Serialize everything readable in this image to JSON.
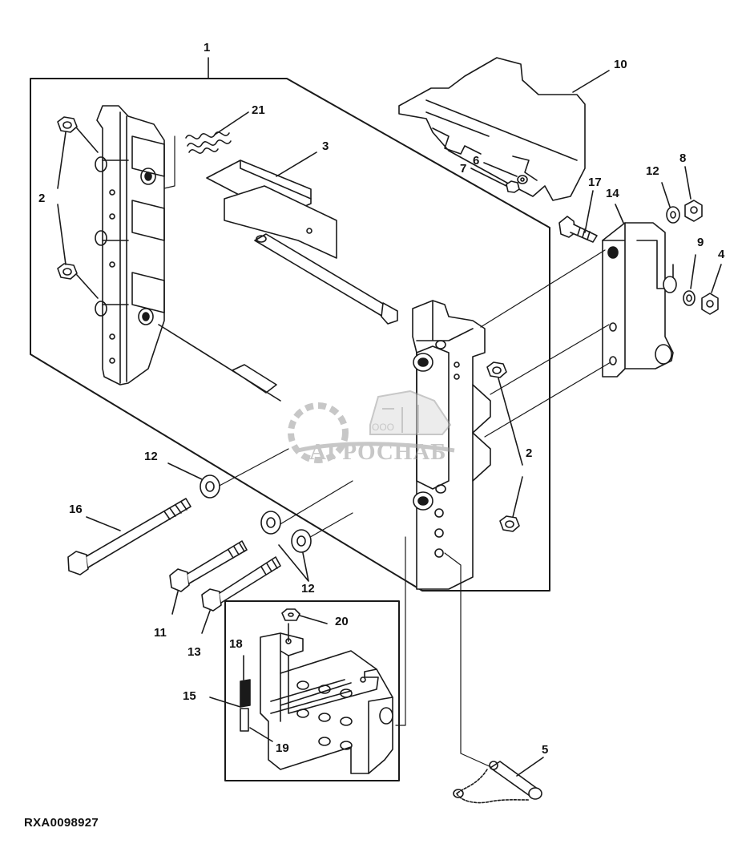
{
  "figure": {
    "code": "RXA0098927"
  },
  "callouts": {
    "c1": "1",
    "c2_left": "2",
    "c2_right": "2",
    "c3": "3",
    "c4": "4",
    "c5": "5",
    "c6": "6",
    "c7": "7",
    "c8": "8",
    "c9": "9",
    "c10": "10",
    "c11": "11",
    "c12_washer_left": "12",
    "c12_washers_bottom": "12",
    "c12_right": "12",
    "c13": "13",
    "c14": "14",
    "c15": "15",
    "c16": "16",
    "c17": "17",
    "c18": "18",
    "c19": "19",
    "c20": "20",
    "c21": "21"
  },
  "watermark": {
    "company_prefix": "ООО",
    "company_name": "АГРОСНАБ"
  },
  "colors": {
    "line": "#1a1a1a",
    "shade": "#b8b8b8",
    "watermark": "#9a9a9a"
  }
}
